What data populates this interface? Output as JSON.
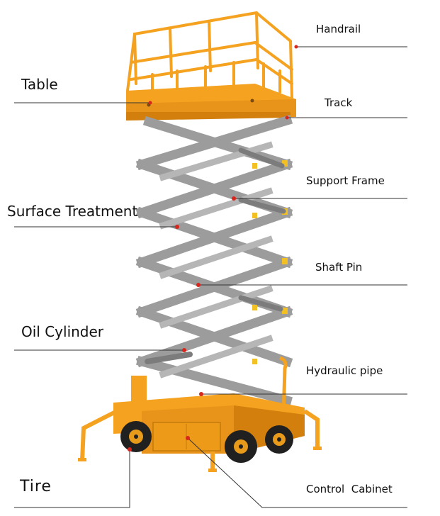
{
  "labels": {
    "handrail": "Handrail",
    "table": "Table",
    "track": "Track",
    "support_frame": "Support Frame",
    "surface_treatment": "Surface Treatment",
    "shaft_pin": "Shaft Pin",
    "oil_cylinder": "Oil Cylinder",
    "hydraulic_pipe": "Hydraulic pipe",
    "tire": "Tire",
    "control_cabinet": "Control  Cabinet"
  },
  "colors": {
    "body": "#f4a21f",
    "body_dark": "#d27f0d",
    "scissor": "#9a9a9a",
    "scissor_dark": "#6e6e6e",
    "tire": "#202020",
    "hub": "#e89a1a",
    "leader": "#333333",
    "marker": "#d8261c"
  }
}
